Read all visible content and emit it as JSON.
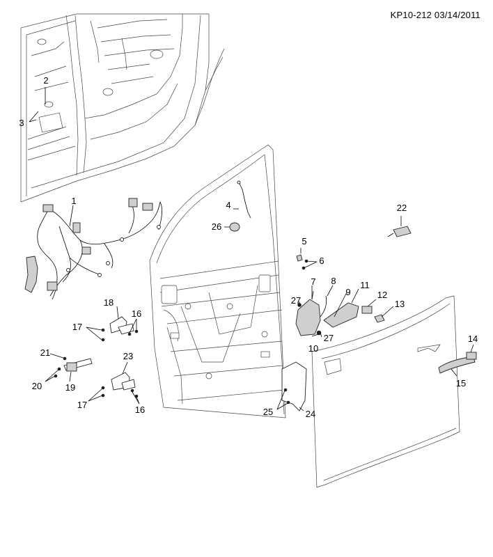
{
  "figure": {
    "reference": "KP10-212 03/14/2011"
  },
  "callouts": [
    {
      "id": "c1",
      "text": "1"
    },
    {
      "id": "c2",
      "text": "2"
    },
    {
      "id": "c3",
      "text": "3"
    },
    {
      "id": "c4",
      "text": "4"
    },
    {
      "id": "c5",
      "text": "5"
    },
    {
      "id": "c6",
      "text": "6"
    },
    {
      "id": "c7",
      "text": "7"
    },
    {
      "id": "c8",
      "text": "8"
    },
    {
      "id": "c9",
      "text": "9"
    },
    {
      "id": "c10",
      "text": "10"
    },
    {
      "id": "c11",
      "text": "11"
    },
    {
      "id": "c12",
      "text": "12"
    },
    {
      "id": "c13",
      "text": "13"
    },
    {
      "id": "c14",
      "text": "14"
    },
    {
      "id": "c15",
      "text": "15"
    },
    {
      "id": "c16a",
      "text": "16"
    },
    {
      "id": "c16b",
      "text": "16"
    },
    {
      "id": "c17a",
      "text": "17"
    },
    {
      "id": "c17b",
      "text": "17"
    },
    {
      "id": "c18",
      "text": "18"
    },
    {
      "id": "c19",
      "text": "19"
    },
    {
      "id": "c20",
      "text": "20"
    },
    {
      "id": "c21",
      "text": "21"
    },
    {
      "id": "c22",
      "text": "22"
    },
    {
      "id": "c23",
      "text": "23"
    },
    {
      "id": "c24",
      "text": "24"
    },
    {
      "id": "c25",
      "text": "25"
    },
    {
      "id": "c26",
      "text": "26"
    },
    {
      "id": "c27a",
      "text": "27"
    },
    {
      "id": "c27b",
      "text": "27"
    }
  ]
}
